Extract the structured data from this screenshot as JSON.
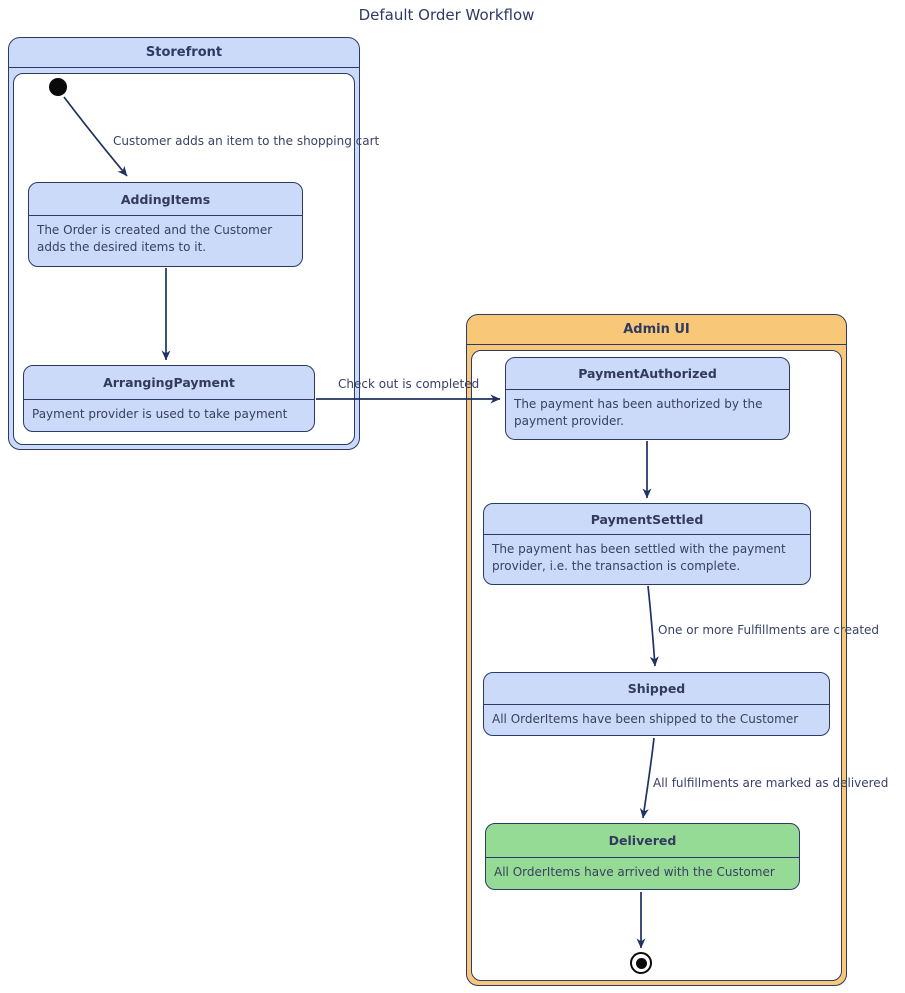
{
  "diagram": {
    "title": "Default Order Workflow"
  },
  "containers": {
    "storefront": {
      "label": "Storefront"
    },
    "admin_ui": {
      "label": "Admin UI"
    }
  },
  "states": {
    "adding_items": {
      "name": "AddingItems",
      "description": "The Order is created and the Customer adds the desired items to it."
    },
    "arranging_payment": {
      "name": "ArrangingPayment",
      "description": "Payment provider is used to take payment"
    },
    "payment_authorized": {
      "name": "PaymentAuthorized",
      "description": "The payment has been authorized by the payment provider."
    },
    "payment_settled": {
      "name": "PaymentSettled",
      "description": "The payment has been settled with the payment provider, i.e. the transaction is complete."
    },
    "shipped": {
      "name": "Shipped",
      "description": "All OrderItems have been shipped to the Customer"
    },
    "delivered": {
      "name": "Delivered",
      "description": "All OrderItems have arrived with the Customer"
    }
  },
  "transitions": {
    "start_to_adding_items": {
      "label": "Customer adds an item to the shopping cart"
    },
    "adding_to_arranging": {
      "label": ""
    },
    "arranging_to_authorized": {
      "label": "Check out is completed"
    },
    "authorized_to_settled": {
      "label": ""
    },
    "settled_to_shipped": {
      "label": "One or more Fulfillments are created"
    },
    "shipped_to_delivered": {
      "label": "All fulfillments are marked as delivered"
    },
    "delivered_to_end": {
      "label": ""
    }
  },
  "colors": {
    "state_fill": "#cadaf8",
    "state_border": "#2b3a67",
    "storefront_fill": "#cadaf8",
    "admin_ui_fill": "#f8c878",
    "delivered_fill": "#95db95",
    "text": "#2f3a62",
    "transition_label_text": "#3a4166",
    "arrow": "#1f3260",
    "node_black": "#0a0a0a"
  }
}
